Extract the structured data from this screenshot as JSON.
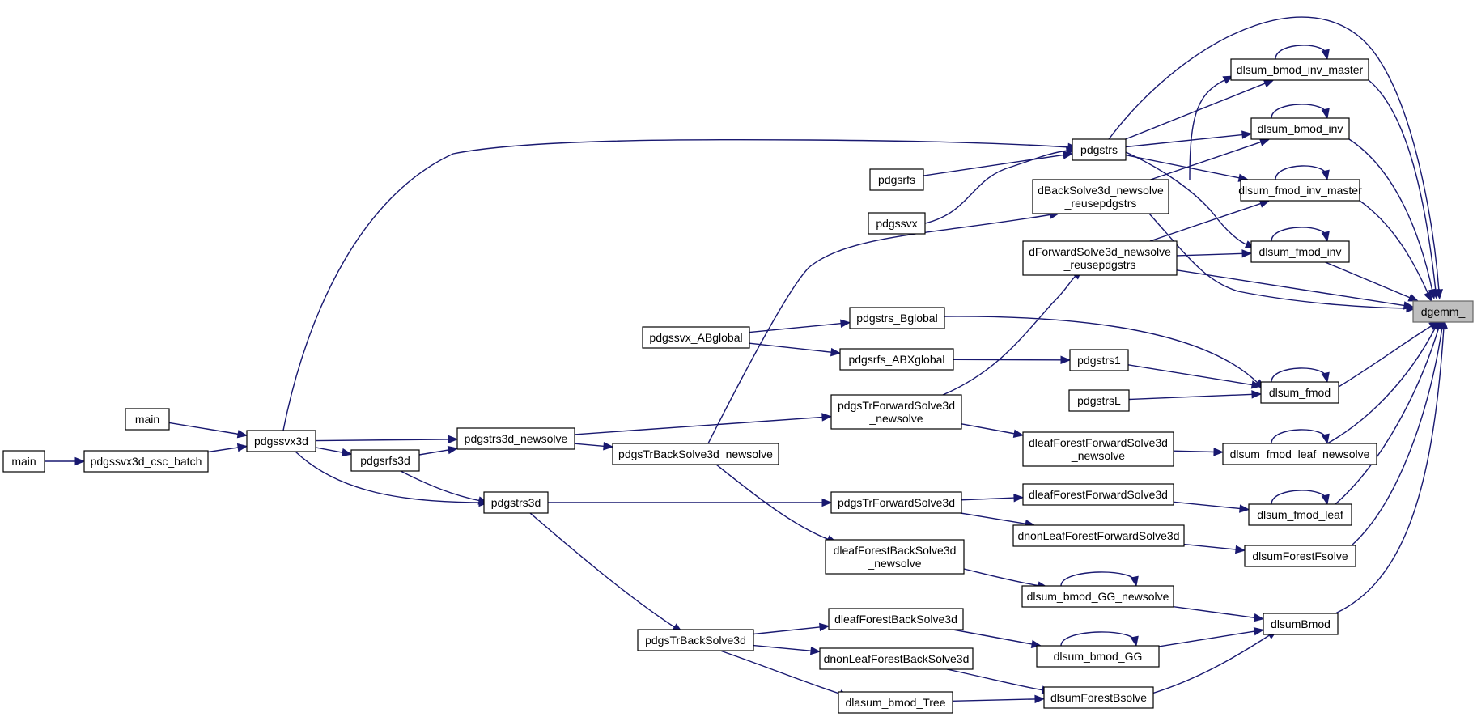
{
  "graph": {
    "focus_node": "dgemm_",
    "edge_color": "#191970",
    "focus_fill": "#bfbfbf",
    "nodes": [
      {
        "id": "dgemm_",
        "lines": [
          "dgemm_"
        ],
        "focus": true
      },
      {
        "id": "dlsum_bmod_inv_master",
        "lines": [
          "dlsum_bmod_inv_master"
        ]
      },
      {
        "id": "dlsum_bmod_inv",
        "lines": [
          "dlsum_bmod_inv"
        ]
      },
      {
        "id": "dlsum_fmod_inv_master",
        "lines": [
          "dlsum_fmod_inv_master"
        ]
      },
      {
        "id": "dlsum_fmod_inv",
        "lines": [
          "dlsum_fmod_inv"
        ]
      },
      {
        "id": "dlsum_fmod",
        "lines": [
          "dlsum_fmod"
        ]
      },
      {
        "id": "dlsum_fmod_leaf_newsolve",
        "lines": [
          "dlsum_fmod_leaf_newsolve"
        ]
      },
      {
        "id": "dlsum_fmod_leaf",
        "lines": [
          "dlsum_fmod_leaf"
        ]
      },
      {
        "id": "dlsumForestFsolve",
        "lines": [
          "dlsumForestFsolve"
        ]
      },
      {
        "id": "dlsumBmod",
        "lines": [
          "dlsumBmod"
        ]
      },
      {
        "id": "pdgstrs",
        "lines": [
          "pdgstrs"
        ]
      },
      {
        "id": "dBackSolve3d",
        "lines": [
          "dBackSolve3d_newsolve",
          "_reusepdgstrs"
        ]
      },
      {
        "id": "dForwardSolve3d",
        "lines": [
          "dForwardSolve3d_newsolve",
          "_reusepdgstrs"
        ]
      },
      {
        "id": "pdgstrs_Bglobal",
        "lines": [
          "pdgstrs_Bglobal"
        ]
      },
      {
        "id": "pdgstrs1",
        "lines": [
          "pdgstrs1"
        ]
      },
      {
        "id": "pdgstrsL",
        "lines": [
          "pdgstrsL"
        ]
      },
      {
        "id": "dleafFFS3d_newsolve",
        "lines": [
          "dleafForestForwardSolve3d",
          "_newsolve"
        ]
      },
      {
        "id": "dleafForestForwardSolve3d",
        "lines": [
          "dleafForestForwardSolve3d"
        ]
      },
      {
        "id": "dnonLeafForestForwardSolve3d",
        "lines": [
          "dnonLeafForestForwardSolve3d"
        ]
      },
      {
        "id": "dlsum_bmod_GG_newsolve",
        "lines": [
          "dlsum_bmod_GG_newsolve"
        ]
      },
      {
        "id": "dlsum_bmod_GG",
        "lines": [
          "dlsum_bmod_GG"
        ]
      },
      {
        "id": "dlsumForestBsolve",
        "lines": [
          "dlsumForestBsolve"
        ]
      },
      {
        "id": "pdgsrfs",
        "lines": [
          "pdgsrfs"
        ]
      },
      {
        "id": "pdgssvx",
        "lines": [
          "pdgssvx"
        ]
      },
      {
        "id": "pdgsrfs_ABXglobal",
        "lines": [
          "pdgsrfs_ABXglobal"
        ]
      },
      {
        "id": "pdgsTrForwardSolve3d_newsolve",
        "lines": [
          "pdgsTrForwardSolve3d",
          "_newsolve"
        ]
      },
      {
        "id": "pdgsTrForwardSolve3d",
        "lines": [
          "pdgsTrForwardSolve3d"
        ]
      },
      {
        "id": "dleafFBS3d_newsolve",
        "lines": [
          "dleafForestBackSolve3d",
          "_newsolve"
        ]
      },
      {
        "id": "dleafForestBackSolve3d",
        "lines": [
          "dleafForestBackSolve3d"
        ]
      },
      {
        "id": "dnonLeafForestBackSolve3d",
        "lines": [
          "dnonLeafForestBackSolve3d"
        ]
      },
      {
        "id": "dlasum_bmod_Tree",
        "lines": [
          "dlasum_bmod_Tree"
        ]
      },
      {
        "id": "pdgssvx_ABglobal",
        "lines": [
          "pdgssvx_ABglobal"
        ]
      },
      {
        "id": "pdgsTrBackSolve3d_newsolve",
        "lines": [
          "pdgsTrBackSolve3d_newsolve"
        ]
      },
      {
        "id": "pdgsTrBackSolve3d",
        "lines": [
          "pdgsTrBackSolve3d"
        ]
      },
      {
        "id": "pdgstrs3d_newsolve",
        "lines": [
          "pdgstrs3d_newsolve"
        ]
      },
      {
        "id": "pdgsrfs3d",
        "lines": [
          "pdgsrfs3d"
        ]
      },
      {
        "id": "pdgstrs3d",
        "lines": [
          "pdgstrs3d"
        ]
      },
      {
        "id": "pdgssvx3d",
        "lines": [
          "pdgssvx3d"
        ]
      },
      {
        "id": "main_a",
        "lines": [
          "main"
        ]
      },
      {
        "id": "pdgssvx3d_csc_batch",
        "lines": [
          "pdgssvx3d_csc_batch"
        ]
      },
      {
        "id": "main_b",
        "lines": [
          "main"
        ]
      }
    ],
    "edges": [
      [
        "dlsum_bmod_inv_master",
        "dgemm_"
      ],
      [
        "dlsum_bmod_inv_master",
        "dlsum_bmod_inv_master"
      ],
      [
        "dlsum_bmod_inv",
        "dgemm_"
      ],
      [
        "dlsum_bmod_inv",
        "dlsum_bmod_inv"
      ],
      [
        "dlsum_fmod_inv_master",
        "dgemm_"
      ],
      [
        "dlsum_fmod_inv_master",
        "dlsum_fmod_inv_master"
      ],
      [
        "dlsum_fmod_inv",
        "dgemm_"
      ],
      [
        "dlsum_fmod_inv",
        "dlsum_fmod_inv"
      ],
      [
        "dlsum_fmod",
        "dgemm_"
      ],
      [
        "dlsum_fmod",
        "dlsum_fmod"
      ],
      [
        "dlsum_fmod_leaf_newsolve",
        "dgemm_"
      ],
      [
        "dlsum_fmod_leaf_newsolve",
        "dlsum_fmod_leaf_newsolve"
      ],
      [
        "dlsum_fmod_leaf",
        "dgemm_"
      ],
      [
        "dlsum_fmod_leaf",
        "dlsum_fmod_leaf"
      ],
      [
        "dlsumForestFsolve",
        "dgemm_"
      ],
      [
        "dlsumBmod",
        "dgemm_"
      ],
      [
        "pdgstrs",
        "dgemm_"
      ],
      [
        "pdgstrs",
        "dlsum_bmod_inv_master"
      ],
      [
        "pdgstrs",
        "dlsum_bmod_inv"
      ],
      [
        "pdgstrs",
        "dlsum_fmod_inv_master"
      ],
      [
        "pdgstrs",
        "dlsum_fmod_inv"
      ],
      [
        "dBackSolve3d",
        "dgemm_"
      ],
      [
        "dBackSolve3d",
        "dlsum_bmod_inv_master"
      ],
      [
        "dBackSolve3d",
        "dlsum_bmod_inv"
      ],
      [
        "dForwardSolve3d",
        "dgemm_"
      ],
      [
        "dForwardSolve3d",
        "dlsum_fmod_inv_master"
      ],
      [
        "dForwardSolve3d",
        "dlsum_fmod_inv"
      ],
      [
        "pdgstrs_Bglobal",
        "dlsum_fmod"
      ],
      [
        "pdgstrs1",
        "dlsum_fmod"
      ],
      [
        "pdgstrsL",
        "dlsum_fmod"
      ],
      [
        "dleafFFS3d_newsolve",
        "dlsum_fmod_leaf_newsolve"
      ],
      [
        "dleafForestForwardSolve3d",
        "dlsum_fmod_leaf"
      ],
      [
        "dnonLeafForestForwardSolve3d",
        "dlsumForestFsolve"
      ],
      [
        "dlsum_bmod_GG_newsolve",
        "dlsumBmod"
      ],
      [
        "dlsum_bmod_GG_newsolve",
        "dlsum_bmod_GG_newsolve"
      ],
      [
        "dlsum_bmod_GG",
        "dlsumBmod"
      ],
      [
        "dlsum_bmod_GG",
        "dlsum_bmod_GG"
      ],
      [
        "dlsumForestBsolve",
        "dlsumBmod"
      ],
      [
        "pdgsrfs",
        "pdgstrs"
      ],
      [
        "pdgssvx",
        "pdgstrs"
      ],
      [
        "pdgssvx_ABglobal",
        "pdgstrs_Bglobal"
      ],
      [
        "pdgssvx_ABglobal",
        "pdgsrfs_ABXglobal"
      ],
      [
        "pdgsrfs_ABXglobal",
        "pdgstrs1"
      ],
      [
        "pdgsTrForwardSolve3d_newsolve",
        "dForwardSolve3d"
      ],
      [
        "pdgsTrForwardSolve3d_newsolve",
        "dleafFFS3d_newsolve"
      ],
      [
        "pdgsTrForwardSolve3d",
        "dleafForestForwardSolve3d"
      ],
      [
        "pdgsTrForwardSolve3d",
        "dnonLeafForestForwardSolve3d"
      ],
      [
        "pdgsTrBackSolve3d_newsolve",
        "dBackSolve3d"
      ],
      [
        "pdgsTrBackSolve3d_newsolve",
        "dleafFBS3d_newsolve"
      ],
      [
        "dleafFBS3d_newsolve",
        "dlsum_bmod_GG_newsolve"
      ],
      [
        "pdgsTrBackSolve3d",
        "dleafForestBackSolve3d"
      ],
      [
        "pdgsTrBackSolve3d",
        "dnonLeafForestBackSolve3d"
      ],
      [
        "pdgsTrBackSolve3d",
        "dlasum_bmod_Tree"
      ],
      [
        "dleafForestBackSolve3d",
        "dlsum_bmod_GG"
      ],
      [
        "dnonLeafForestBackSolve3d",
        "dlsumForestBsolve"
      ],
      [
        "dlasum_bmod_Tree",
        "dlsumForestBsolve"
      ],
      [
        "pdgstrs3d_newsolve",
        "pdgsTrForwardSolve3d_newsolve"
      ],
      [
        "pdgstrs3d_newsolve",
        "pdgsTrBackSolve3d_newsolve"
      ],
      [
        "pdgstrs3d",
        "pdgsTrForwardSolve3d"
      ],
      [
        "pdgstrs3d",
        "pdgsTrBackSolve3d"
      ],
      [
        "pdgsrfs3d",
        "pdgstrs3d_newsolve"
      ],
      [
        "pdgsrfs3d",
        "pdgstrs3d"
      ],
      [
        "pdgssvx3d",
        "pdgstrs"
      ],
      [
        "pdgssvx3d",
        "pdgstrs3d_newsolve"
      ],
      [
        "pdgssvx3d",
        "pdgsrfs3d"
      ],
      [
        "pdgssvx3d",
        "pdgstrs3d"
      ],
      [
        "main_a",
        "pdgssvx3d"
      ],
      [
        "pdgssvx3d_csc_batch",
        "pdgssvx3d"
      ],
      [
        "main_b",
        "pdgssvx3d_csc_batch"
      ]
    ]
  }
}
